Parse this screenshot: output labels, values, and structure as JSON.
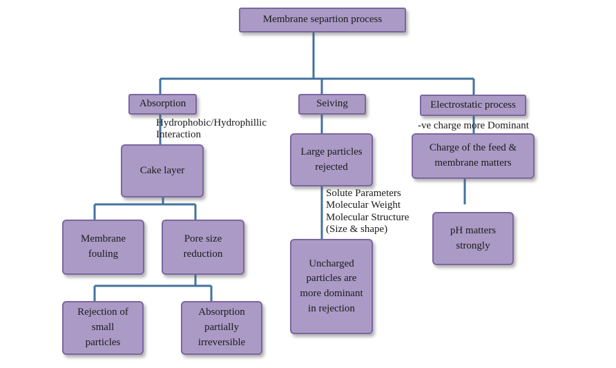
{
  "root": "Membrane separtion process",
  "branches": {
    "absorption": {
      "label": "Absorption",
      "note": "Hydrophobic/Hydrophillic\nInteraction",
      "cake_layer": "Cake layer",
      "membrane_fouling": "Membrane\nfouling",
      "pore_size_reduction": "Pore size\nreduction",
      "rejection_small": "Rejection of\nsmall\nparticles",
      "absorption_irreversible": "Absorption\npartially\nirreversible"
    },
    "seiving": {
      "label": "Seiving",
      "large_particles": "Large particles\nrejected",
      "note": "Solute Parameters\nMolecular Weight\nMolecular Structure\n(Size & shape)",
      "uncharged": "Uncharged\nparticles are\nmore dominant\nin rejection"
    },
    "electrostatic": {
      "label": "Electrostatic process",
      "note": "-ve charge more Dominant",
      "charge_feed": "Charge of the feed &\nmembrane matters",
      "ph": "pH matters\nstrongly"
    }
  },
  "colors": {
    "node_fill": "#ab9ac6",
    "node_border": "#7a669f",
    "connector": "#41729f"
  }
}
